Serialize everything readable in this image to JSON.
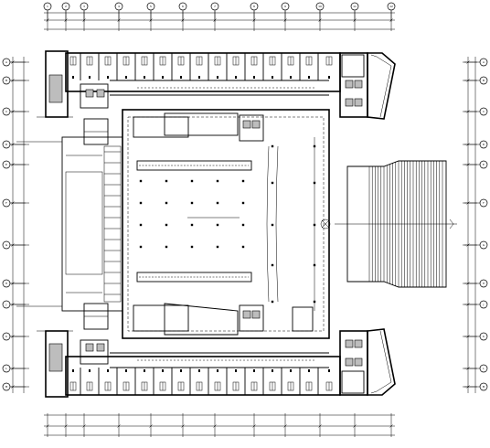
{
  "drawing": {
    "axis_bubbles": {
      "top": [
        "1",
        "2",
        "3",
        "4",
        "5",
        "6",
        "7",
        "8",
        "9",
        "10",
        "11",
        "12"
      ],
      "left": [
        "A",
        "B",
        "C",
        "D",
        "E",
        "F",
        "G",
        "H",
        "J",
        "K",
        "L",
        "M"
      ],
      "right": [
        "A",
        "B",
        "C",
        "D",
        "E",
        "F",
        "G",
        "H",
        "J",
        "K",
        "L",
        "M"
      ]
    }
  }
}
